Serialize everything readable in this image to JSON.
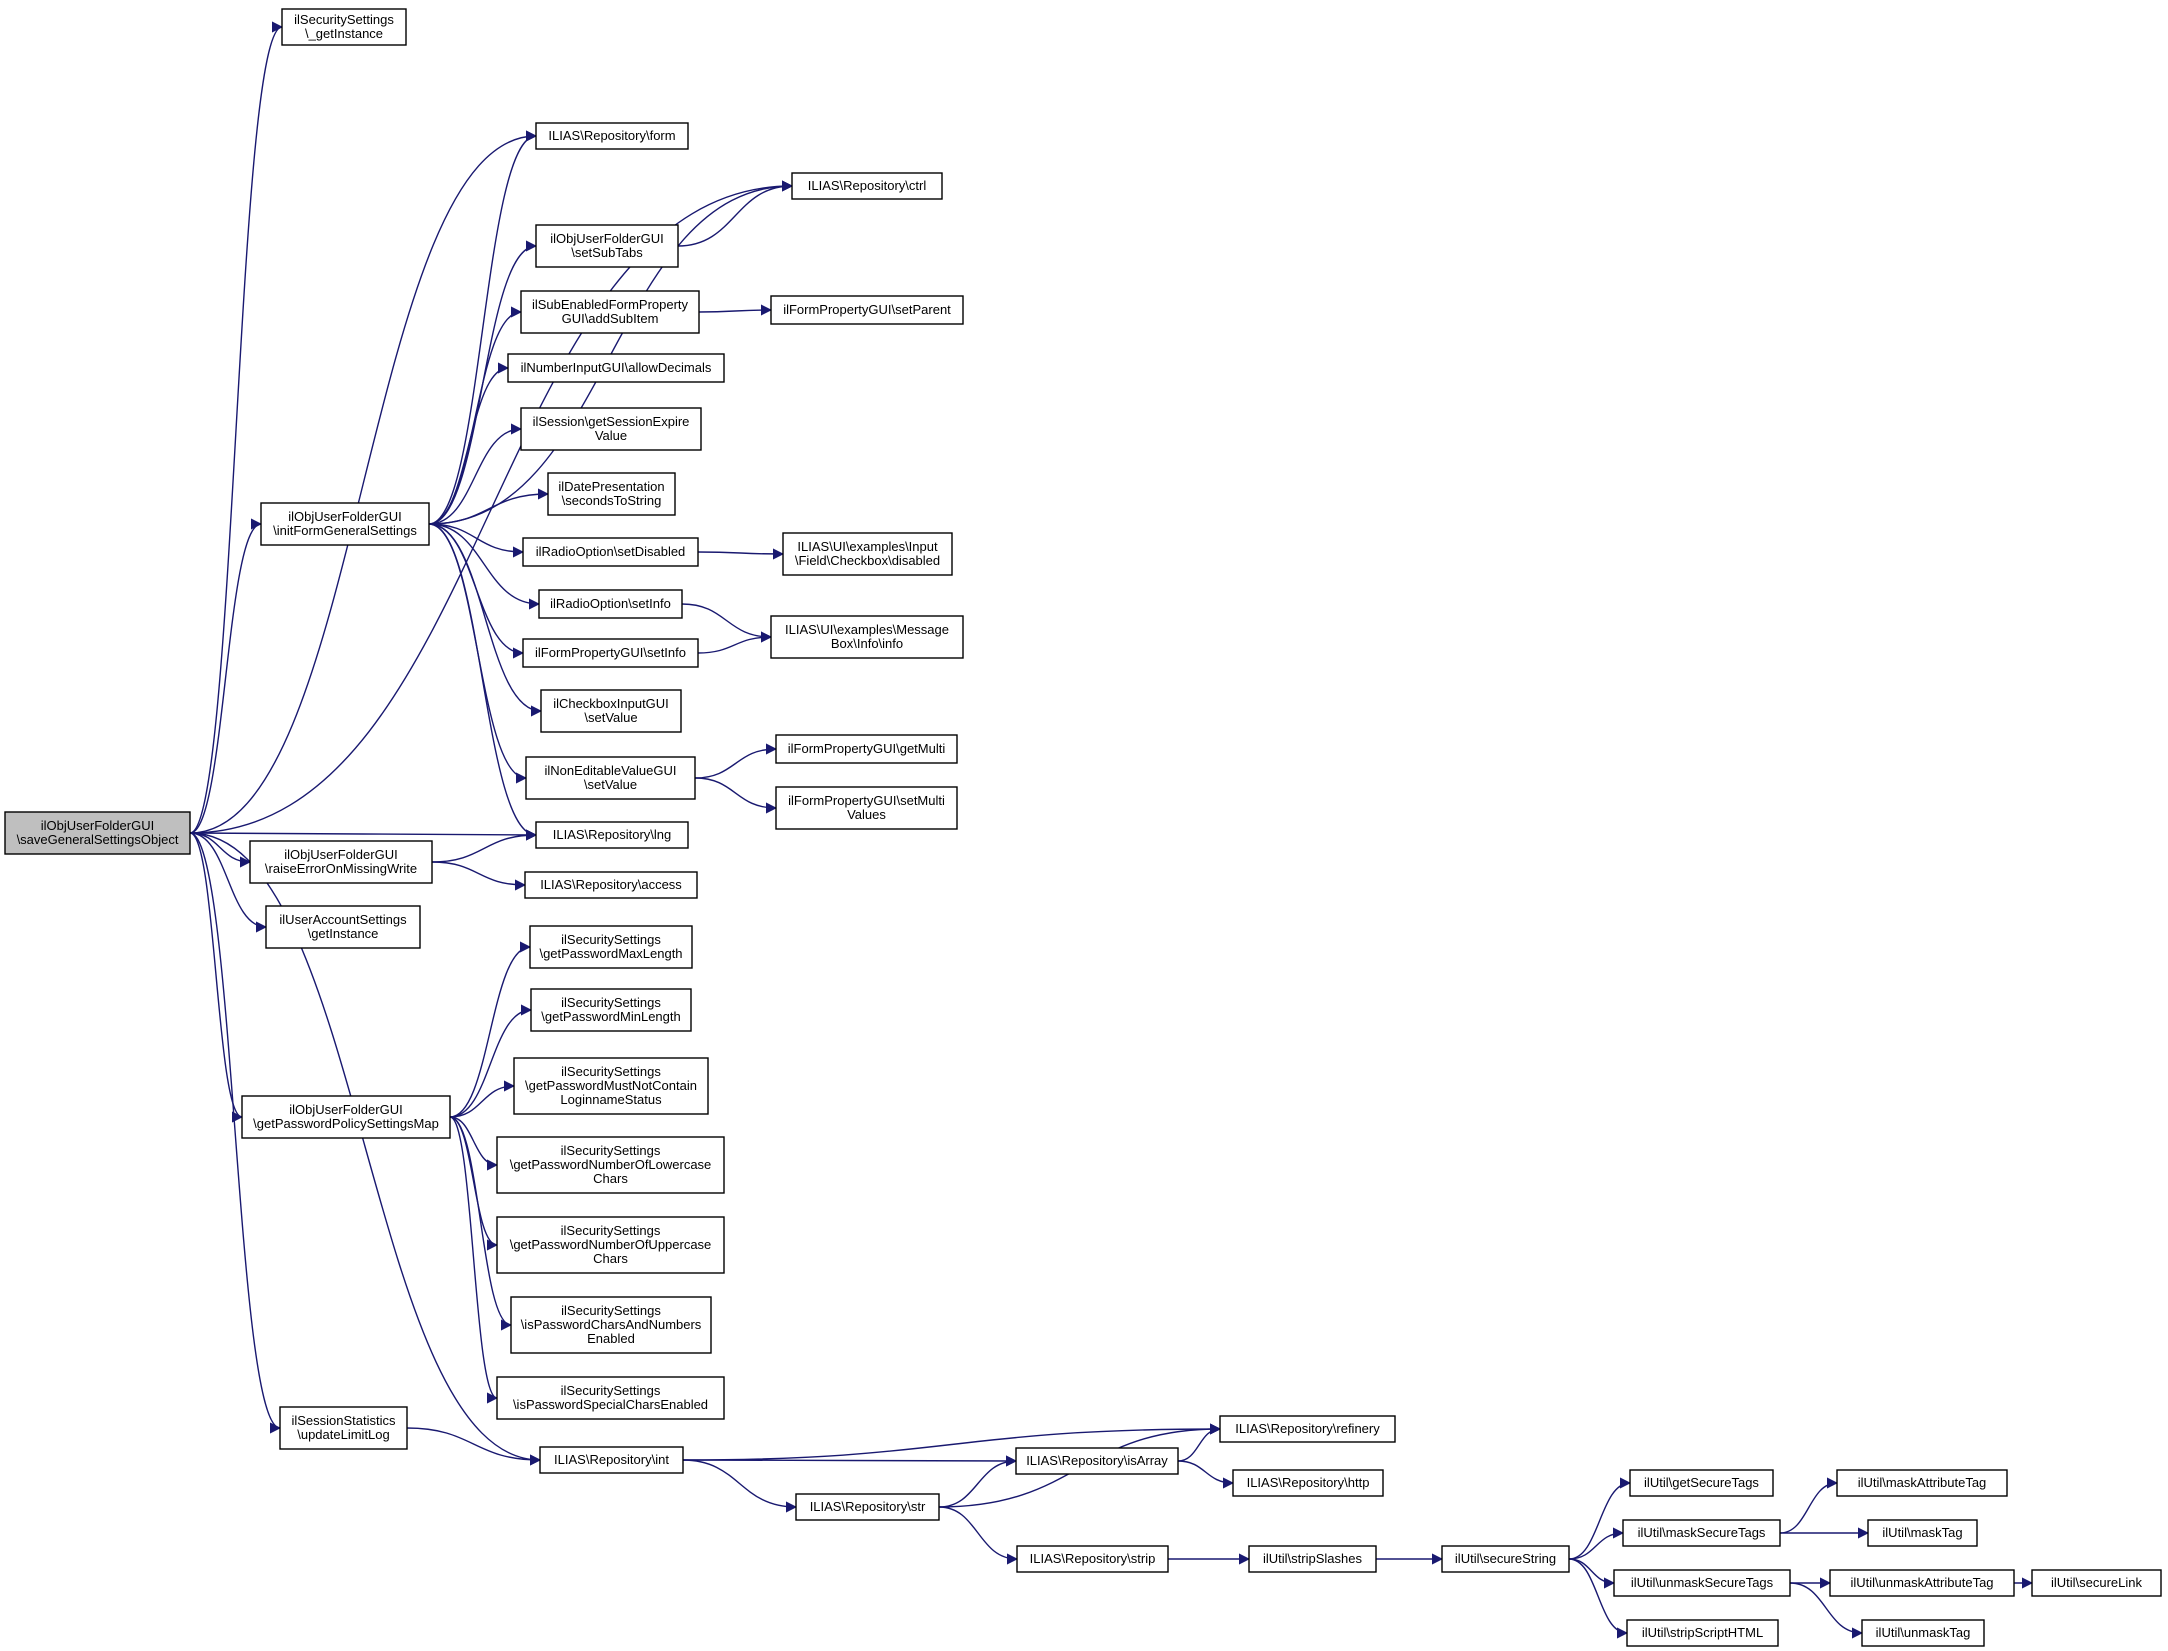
{
  "graph": {
    "nodes": [
      {
        "id": "root",
        "lines": [
          "ilObjUserFolderGUI",
          "\\saveGeneralSettingsObject"
        ],
        "highlight": true
      },
      {
        "id": "sec_getInstance",
        "lines": [
          "ilSecuritySettings",
          "\\_getInstance"
        ]
      },
      {
        "id": "form",
        "lines": [
          "ILIAS\\Repository\\form"
        ]
      },
      {
        "id": "ctrl",
        "lines": [
          "ILIAS\\Repository\\ctrl"
        ]
      },
      {
        "id": "setSubTabs",
        "lines": [
          "ilObjUserFolderGUI",
          "\\setSubTabs"
        ]
      },
      {
        "id": "addSubItem",
        "lines": [
          "ilSubEnabledFormProperty",
          "GUI\\addSubItem"
        ]
      },
      {
        "id": "setParent",
        "lines": [
          "ilFormPropertyGUI\\setParent"
        ]
      },
      {
        "id": "allowDecimals",
        "lines": [
          "ilNumberInputGUI\\allowDecimals"
        ]
      },
      {
        "id": "getSessionExpire",
        "lines": [
          "ilSession\\getSessionExpire",
          "Value"
        ]
      },
      {
        "id": "secondsToString",
        "lines": [
          "ilDatePresentation",
          "\\secondsToString"
        ]
      },
      {
        "id": "initForm",
        "lines": [
          "ilObjUserFolderGUI",
          "\\initFormGeneralSettings"
        ]
      },
      {
        "id": "radioSetDisabled",
        "lines": [
          "ilRadioOption\\setDisabled"
        ]
      },
      {
        "id": "cbDisabled",
        "lines": [
          "ILIAS\\UI\\examples\\Input",
          "\\Field\\Checkbox\\disabled"
        ]
      },
      {
        "id": "radioSetInfo",
        "lines": [
          "ilRadioOption\\setInfo"
        ]
      },
      {
        "id": "msgInfo",
        "lines": [
          "ILIAS\\UI\\examples\\Message",
          "Box\\Info\\info"
        ]
      },
      {
        "id": "fpSetInfo",
        "lines": [
          "ilFormPropertyGUI\\setInfo"
        ]
      },
      {
        "id": "cbSetValue",
        "lines": [
          "ilCheckboxInputGUI",
          "\\setValue"
        ]
      },
      {
        "id": "nevSetValue",
        "lines": [
          "ilNonEditableValueGUI",
          "\\setValue"
        ]
      },
      {
        "id": "getMulti",
        "lines": [
          "ilFormPropertyGUI\\getMulti"
        ]
      },
      {
        "id": "setMultiValues",
        "lines": [
          "ilFormPropertyGUI\\setMulti",
          "Values"
        ]
      },
      {
        "id": "lng",
        "lines": [
          "ILIAS\\Repository\\lng"
        ]
      },
      {
        "id": "raiseError",
        "lines": [
          "ilObjUserFolderGUI",
          "\\raiseErrorOnMissingWrite"
        ]
      },
      {
        "id": "access",
        "lines": [
          "ILIAS\\Repository\\access"
        ]
      },
      {
        "id": "uasGetInstance",
        "lines": [
          "ilUserAccountSettings",
          "\\getInstance"
        ]
      },
      {
        "id": "pwMaxLen",
        "lines": [
          "ilSecuritySettings",
          "\\getPasswordMaxLength"
        ]
      },
      {
        "id": "pwMinLen",
        "lines": [
          "ilSecuritySettings",
          "\\getPasswordMinLength"
        ]
      },
      {
        "id": "pwLoginStatus",
        "lines": [
          "ilSecuritySettings",
          "\\getPasswordMustNotContain",
          "LoginnameStatus"
        ]
      },
      {
        "id": "getPolicyMap",
        "lines": [
          "ilObjUserFolderGUI",
          "\\getPasswordPolicySettingsMap"
        ]
      },
      {
        "id": "pwLower",
        "lines": [
          "ilSecuritySettings",
          "\\getPasswordNumberOfLowercase",
          "Chars"
        ]
      },
      {
        "id": "pwUpper",
        "lines": [
          "ilSecuritySettings",
          "\\getPasswordNumberOfUppercase",
          "Chars"
        ]
      },
      {
        "id": "pwCharsNum",
        "lines": [
          "ilSecuritySettings",
          "\\isPasswordCharsAndNumbers",
          "Enabled"
        ]
      },
      {
        "id": "pwSpecial",
        "lines": [
          "ilSecuritySettings",
          "\\isPasswordSpecialCharsEnabled"
        ]
      },
      {
        "id": "updateLimitLog",
        "lines": [
          "ilSessionStatistics",
          "\\updateLimitLog"
        ]
      },
      {
        "id": "refinery",
        "lines": [
          "ILIAS\\Repository\\refinery"
        ]
      },
      {
        "id": "int",
        "lines": [
          "ILIAS\\Repository\\int"
        ]
      },
      {
        "id": "isArray",
        "lines": [
          "ILIAS\\Repository\\isArray"
        ]
      },
      {
        "id": "http",
        "lines": [
          "ILIAS\\Repository\\http"
        ]
      },
      {
        "id": "str",
        "lines": [
          "ILIAS\\Repository\\str"
        ]
      },
      {
        "id": "getSecureTags",
        "lines": [
          "ilUtil\\getSecureTags"
        ]
      },
      {
        "id": "maskAttributeTag",
        "lines": [
          "ilUtil\\maskAttributeTag"
        ]
      },
      {
        "id": "maskSecureTags",
        "lines": [
          "ilUtil\\maskSecureTags"
        ]
      },
      {
        "id": "maskTag",
        "lines": [
          "ilUtil\\maskTag"
        ]
      },
      {
        "id": "strip",
        "lines": [
          "ILIAS\\Repository\\strip"
        ]
      },
      {
        "id": "stripSlashes",
        "lines": [
          "ilUtil\\stripSlashes"
        ]
      },
      {
        "id": "secureString",
        "lines": [
          "ilUtil\\secureString"
        ]
      },
      {
        "id": "unmaskSecureTags",
        "lines": [
          "ilUtil\\unmaskSecureTags"
        ]
      },
      {
        "id": "unmaskAttributeTag",
        "lines": [
          "ilUtil\\unmaskAttributeTag"
        ]
      },
      {
        "id": "secureLink",
        "lines": [
          "ilUtil\\secureLink"
        ]
      },
      {
        "id": "stripScriptHTML",
        "lines": [
          "ilUtil\\stripScriptHTML"
        ]
      },
      {
        "id": "unmaskTag",
        "lines": [
          "ilUtil\\unmaskTag"
        ]
      }
    ],
    "edges": [
      [
        "root",
        "sec_getInstance"
      ],
      [
        "root",
        "ctrl"
      ],
      [
        "root",
        "form"
      ],
      [
        "root",
        "initForm"
      ],
      [
        "root",
        "lng"
      ],
      [
        "root",
        "raiseError"
      ],
      [
        "root",
        "uasGetInstance"
      ],
      [
        "root",
        "getPolicyMap"
      ],
      [
        "root",
        "updateLimitLog"
      ],
      [
        "root",
        "int"
      ],
      [
        "initForm",
        "form"
      ],
      [
        "initForm",
        "ctrl"
      ],
      [
        "initForm",
        "setSubTabs"
      ],
      [
        "initForm",
        "addSubItem"
      ],
      [
        "initForm",
        "allowDecimals"
      ],
      [
        "initForm",
        "getSessionExpire"
      ],
      [
        "initForm",
        "secondsToString"
      ],
      [
        "initForm",
        "radioSetDisabled"
      ],
      [
        "initForm",
        "radioSetInfo"
      ],
      [
        "initForm",
        "fpSetInfo"
      ],
      [
        "initForm",
        "cbSetValue"
      ],
      [
        "initForm",
        "nevSetValue"
      ],
      [
        "initForm",
        "lng"
      ],
      [
        "setSubTabs",
        "ctrl"
      ],
      [
        "addSubItem",
        "setParent"
      ],
      [
        "radioSetDisabled",
        "cbDisabled"
      ],
      [
        "radioSetInfo",
        "msgInfo"
      ],
      [
        "fpSetInfo",
        "msgInfo"
      ],
      [
        "nevSetValue",
        "getMulti"
      ],
      [
        "nevSetValue",
        "setMultiValues"
      ],
      [
        "raiseError",
        "lng"
      ],
      [
        "raiseError",
        "access"
      ],
      [
        "getPolicyMap",
        "pwMaxLen"
      ],
      [
        "getPolicyMap",
        "pwMinLen"
      ],
      [
        "getPolicyMap",
        "pwLoginStatus"
      ],
      [
        "getPolicyMap",
        "pwLower"
      ],
      [
        "getPolicyMap",
        "pwUpper"
      ],
      [
        "getPolicyMap",
        "pwCharsNum"
      ],
      [
        "getPolicyMap",
        "pwSpecial"
      ],
      [
        "updateLimitLog",
        "int"
      ],
      [
        "int",
        "refinery"
      ],
      [
        "int",
        "isArray"
      ],
      [
        "int",
        "str"
      ],
      [
        "isArray",
        "refinery"
      ],
      [
        "isArray",
        "http"
      ],
      [
        "str",
        "refinery"
      ],
      [
        "str",
        "isArray"
      ],
      [
        "str",
        "strip"
      ],
      [
        "strip",
        "stripSlashes"
      ],
      [
        "stripSlashes",
        "secureString"
      ],
      [
        "secureString",
        "getSecureTags"
      ],
      [
        "secureString",
        "maskSecureTags"
      ],
      [
        "secureString",
        "unmaskSecureTags"
      ],
      [
        "secureString",
        "stripScriptHTML"
      ],
      [
        "maskSecureTags",
        "maskAttributeTag"
      ],
      [
        "maskSecureTags",
        "maskTag"
      ],
      [
        "unmaskSecureTags",
        "unmaskAttributeTag"
      ],
      [
        "unmaskSecureTags",
        "unmaskTag"
      ],
      [
        "unmaskAttributeTag",
        "secureLink"
      ]
    ]
  },
  "colors": {
    "edge": "#191970",
    "root_fill": "#bfbfbf",
    "node_fill": "#ffffff",
    "node_stroke": "#000000"
  }
}
